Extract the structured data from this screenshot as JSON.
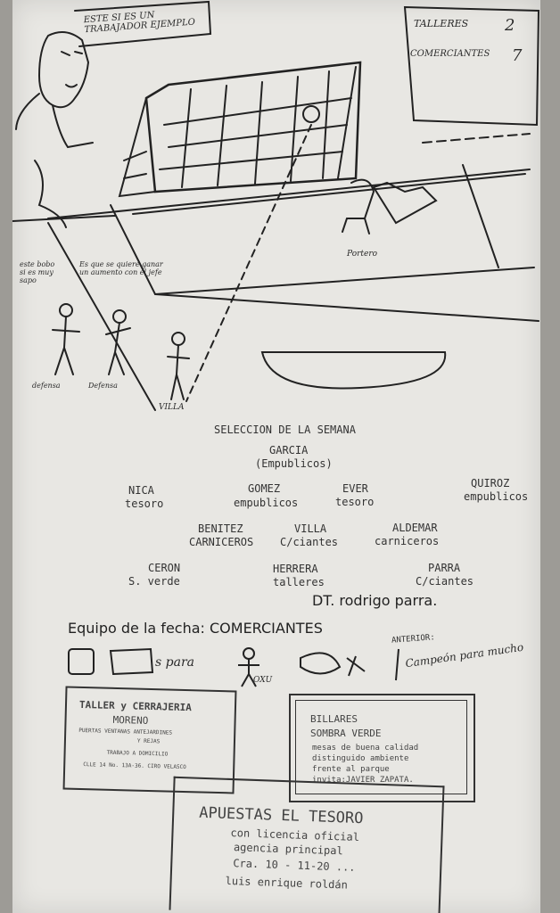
{
  "cartoon": {
    "speech": "ESTE SI ES UN TRABAJADOR EJEMPLO",
    "score_team1": "TALLERES",
    "score1": "2",
    "score_team2": "COMERCIANTES",
    "score2": "7",
    "portero_label": "Portero",
    "bubble_left": "este bobo si es muy sapo",
    "bubble_mid": "Es que se quiere ganar un aumento con el jefe",
    "label_defensa1": "defensa",
    "label_defensa2": "Defensa",
    "label_villa": "VILLA"
  },
  "selection": {
    "title": "SELECCION DE LA SEMANA",
    "players": [
      {
        "name": "GARCIA",
        "team": "(Empublicos)"
      },
      {
        "name": "NICA",
        "team": "tesoro"
      },
      {
        "name": "GOMEZ",
        "team": "empublicos"
      },
      {
        "name": "EVER",
        "team": "tesoro"
      },
      {
        "name": "QUIROZ",
        "team": "empublicos"
      },
      {
        "name": "BENITEZ",
        "team": "CARNICEROS"
      },
      {
        "name": "VILLA",
        "team": "C/ciantes"
      },
      {
        "name": "ALDEMAR",
        "team": "carniceros"
      },
      {
        "name": "CERON",
        "team": "S. verde"
      },
      {
        "name": "HERRERA",
        "team": "talleres"
      },
      {
        "name": "PARRA",
        "team": "C/ciantes"
      }
    ],
    "dt": "DT. rodrigo parra."
  },
  "team_of_day": {
    "label": "Equipo de la fecha: COMERCIANTES",
    "anterior": "ANTERIOR:",
    "rebus_text1": "s para",
    "rebus_text2": "OXU",
    "rebus_text3": "Campeón para mucho"
  },
  "ads": {
    "taller": {
      "title": "TALLER y CERRAJERIA",
      "name": "MORENO",
      "line1": "PUERTAS VENTANAS ANTEJARDINES",
      "line2": "Y REJAS",
      "line3": "TRABAJO A DOMICILIO",
      "line4": "CLLE 14 No. 13A-36. CIRO VELASCO"
    },
    "billares": {
      "title": "BILLARES",
      "name": "SOMBRA VERDE",
      "line1": "mesas de buena calidad",
      "line2": "distinguido ambiente",
      "line3": "frente al parque",
      "line4": "invita:JAVIER ZAPATA."
    },
    "apuestas": {
      "title": "APUESTAS EL TESORO",
      "line1": "con licencia oficial",
      "line2": "agencia principal",
      "line3": "Cra. 10 - 11-20 ...",
      "line4": "luis enrique roldán"
    }
  }
}
